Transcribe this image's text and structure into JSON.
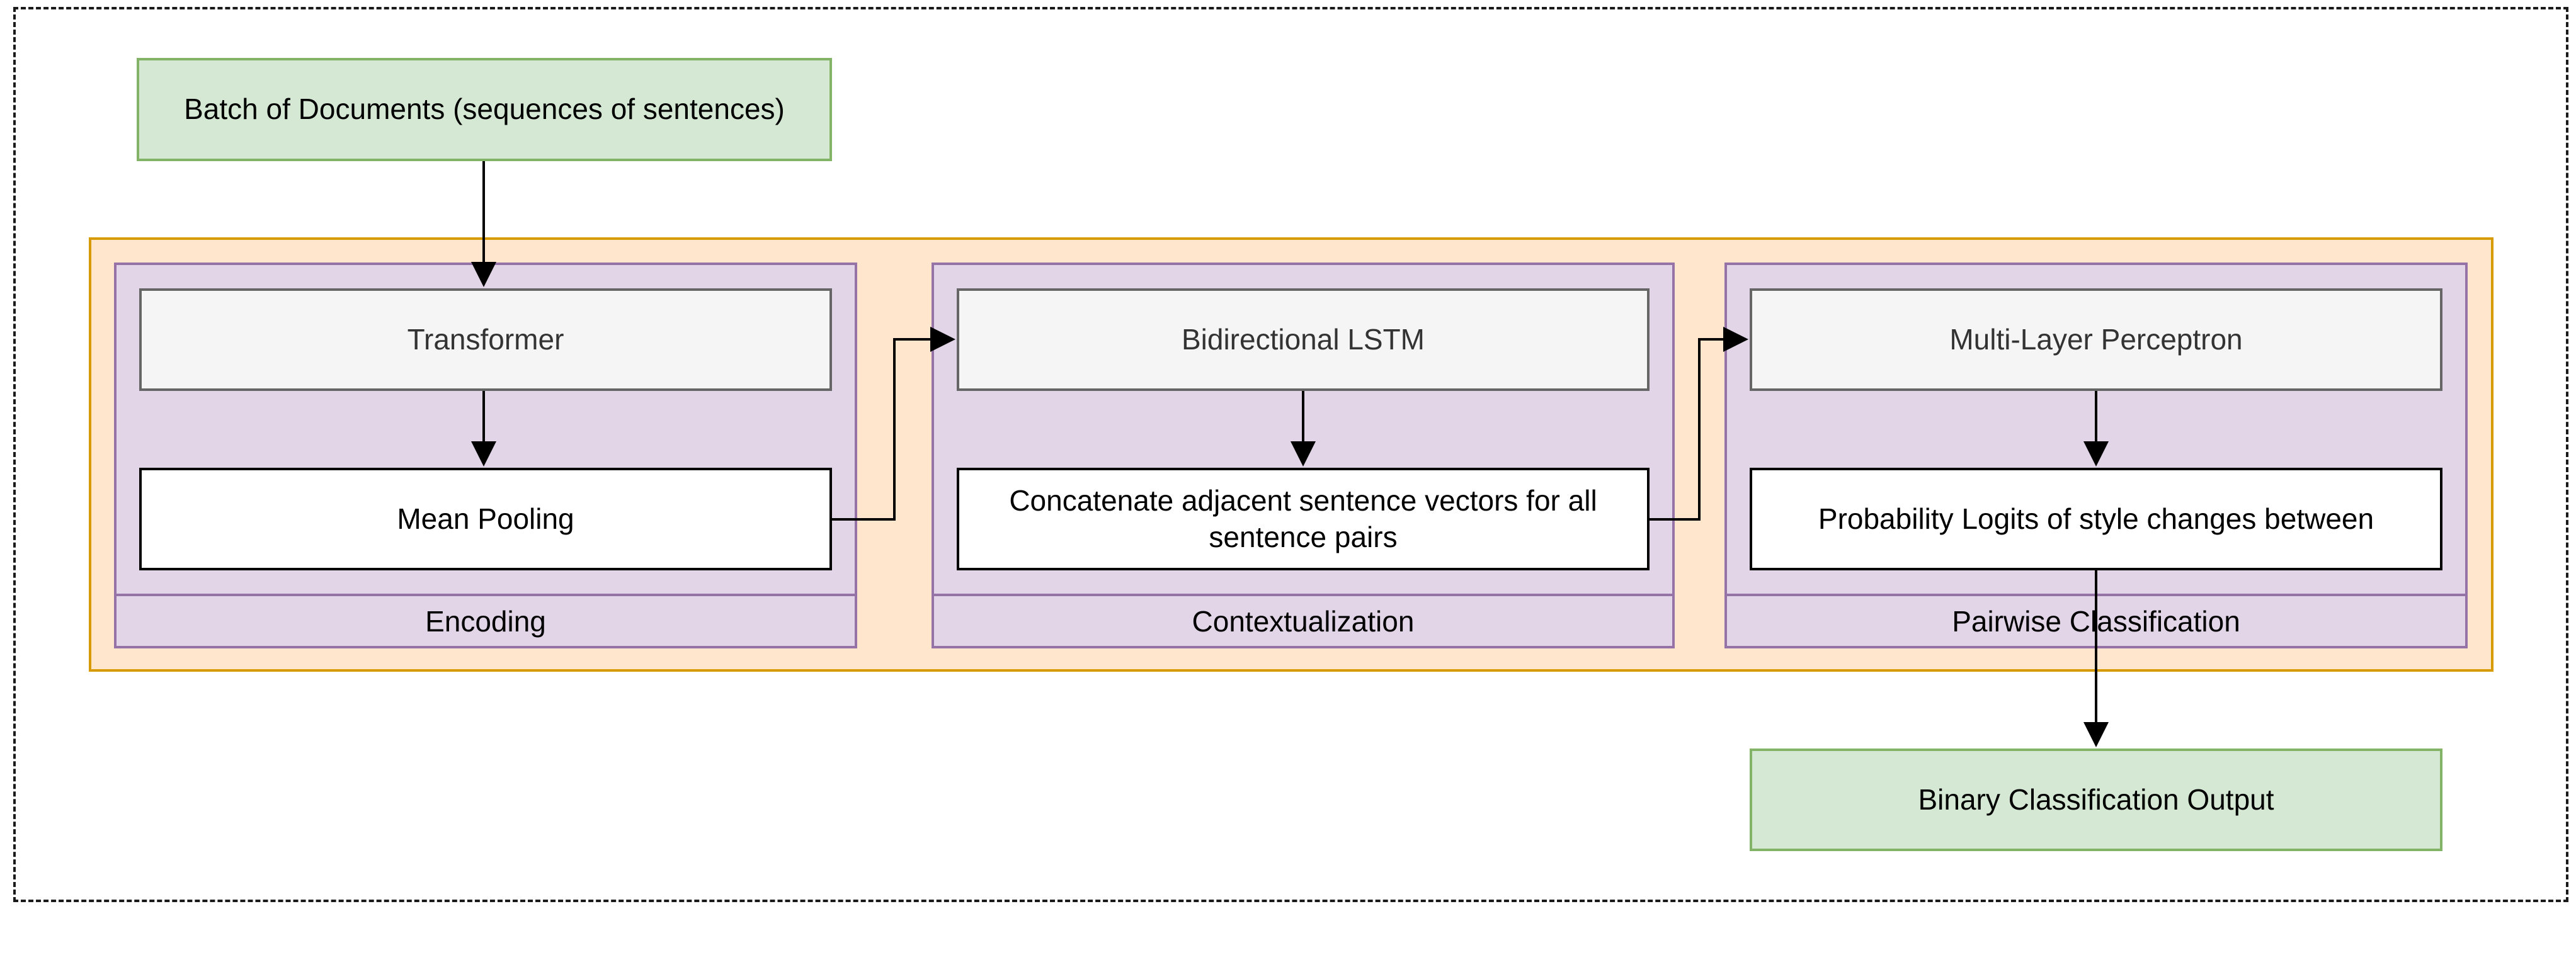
{
  "diagram": {
    "input_label": "Batch of Documents (sequences of sentences)",
    "output_label": "Binary Classification Output",
    "stages": [
      {
        "name": "Encoding",
        "model": "Transformer",
        "step": "Mean Pooling"
      },
      {
        "name": "Contextualization",
        "model": "Bidirectional LSTM",
        "step": "Concatenate adjacent sentence vectors for all sentence pairs"
      },
      {
        "name": "Pairwise Classification",
        "model": "Multi-Layer Perceptron",
        "step": "Probability Logits of style changes between"
      }
    ]
  },
  "colors": {
    "io_fill": "#d5e8d4",
    "io_stroke": "#82b366",
    "pipeline_fill": "#ffe6cc",
    "pipeline_stroke": "#d79b00",
    "stage_fill": "#e1d5e7",
    "stage_stroke": "#9673a6",
    "model_fill": "#f5f5f5",
    "model_stroke": "#666666"
  }
}
